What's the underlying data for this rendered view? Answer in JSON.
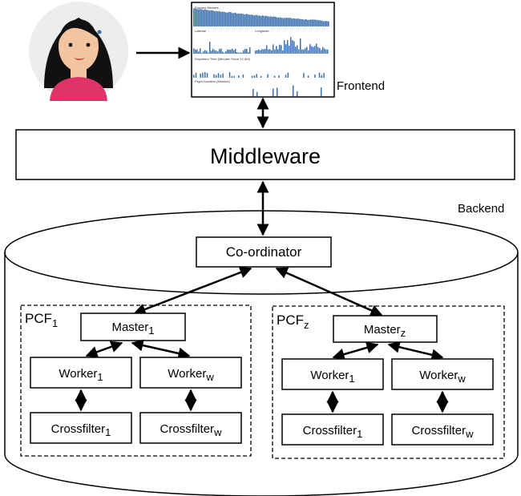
{
  "frontend": {
    "label": "Frontend",
    "panels": [
      "Elapsed Minutes",
      "Latitude",
      "Longitude",
      "Departure Time (Minutes Since 12 AM)",
      "Flight Duration (Minutes)"
    ]
  },
  "middleware": {
    "label": "Middleware"
  },
  "backend": {
    "label": "Backend"
  },
  "coordinator": {
    "label": "Co-ordinator"
  },
  "pcf_groups": [
    {
      "name": "PCF",
      "sub": "1",
      "master": {
        "name": "Master",
        "sub": "1"
      },
      "workers": [
        {
          "name": "Worker",
          "sub": "1"
        },
        {
          "name": "Worker",
          "sub": "w"
        }
      ],
      "crossfilters": [
        {
          "name": "Crossfilter",
          "sub": "1"
        },
        {
          "name": "Crossfilter",
          "sub": "w"
        }
      ]
    },
    {
      "name": "PCF",
      "sub": "z",
      "master": {
        "name": "Master",
        "sub": "z"
      },
      "workers": [
        {
          "name": "Worker",
          "sub": "1"
        },
        {
          "name": "Worker",
          "sub": "w"
        }
      ],
      "crossfilters": [
        {
          "name": "Crossfilter",
          "sub": "1"
        },
        {
          "name": "Crossfilter",
          "sub": "w"
        }
      ]
    }
  ],
  "colors": {
    "bars": "#3a6fb0",
    "skin": "#f2c4a0",
    "hair": "#111111",
    "shirt": "#e0336a",
    "avatar_bg": "#ededed",
    "lips": "#d1322a"
  }
}
